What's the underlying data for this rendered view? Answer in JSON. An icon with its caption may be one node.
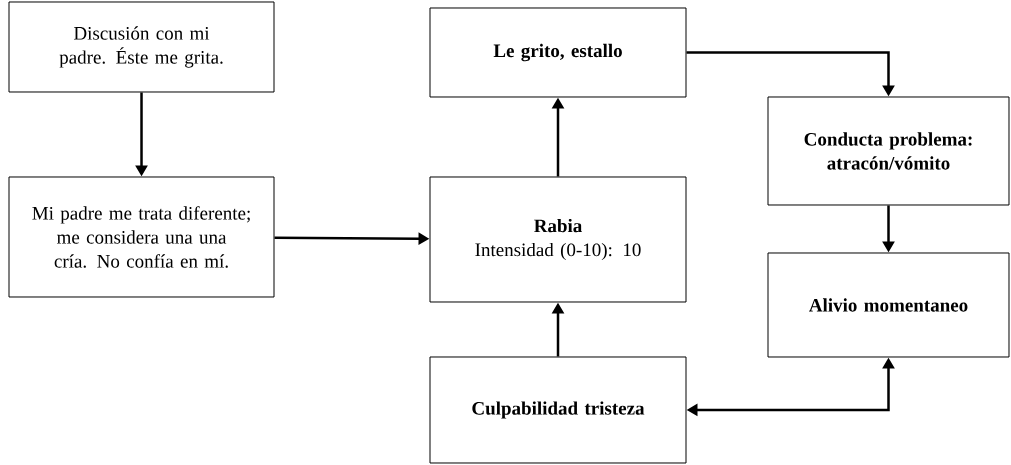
{
  "diagram": {
    "nodes": [
      {
        "text": [
          "Discusión con mi padre. Éste me grita."
        ]
      },
      {
        "text": [
          "Mi padre me trata diferente; me considera una una cría. No confía en mí."
        ]
      },
      {
        "text": [
          "Rabia",
          "Intensidad (0-10): 10"
        ]
      },
      {
        "text": [
          "Le grito, estallo"
        ]
      },
      {
        "text": [
          "Conducta problema: atracón/vómito"
        ]
      },
      {
        "text": [
          "Alivio momentaneo"
        ]
      },
      {
        "text": [
          "Culpabilidad tristeza"
        ]
      }
    ],
    "edges": [
      {
        "from": 0,
        "to": 1,
        "arrow": "to"
      },
      {
        "from": 1,
        "to": 2,
        "arrow": "to"
      },
      {
        "from": 2,
        "to": 3,
        "arrow": "to"
      },
      {
        "from": 3,
        "to": 4,
        "arrow": "to"
      },
      {
        "from": 4,
        "to": 5,
        "arrow": "to"
      },
      {
        "from": 6,
        "to": 2,
        "arrow": "to"
      },
      {
        "from": 6,
        "to": 5,
        "arrow": "both"
      }
    ]
  }
}
